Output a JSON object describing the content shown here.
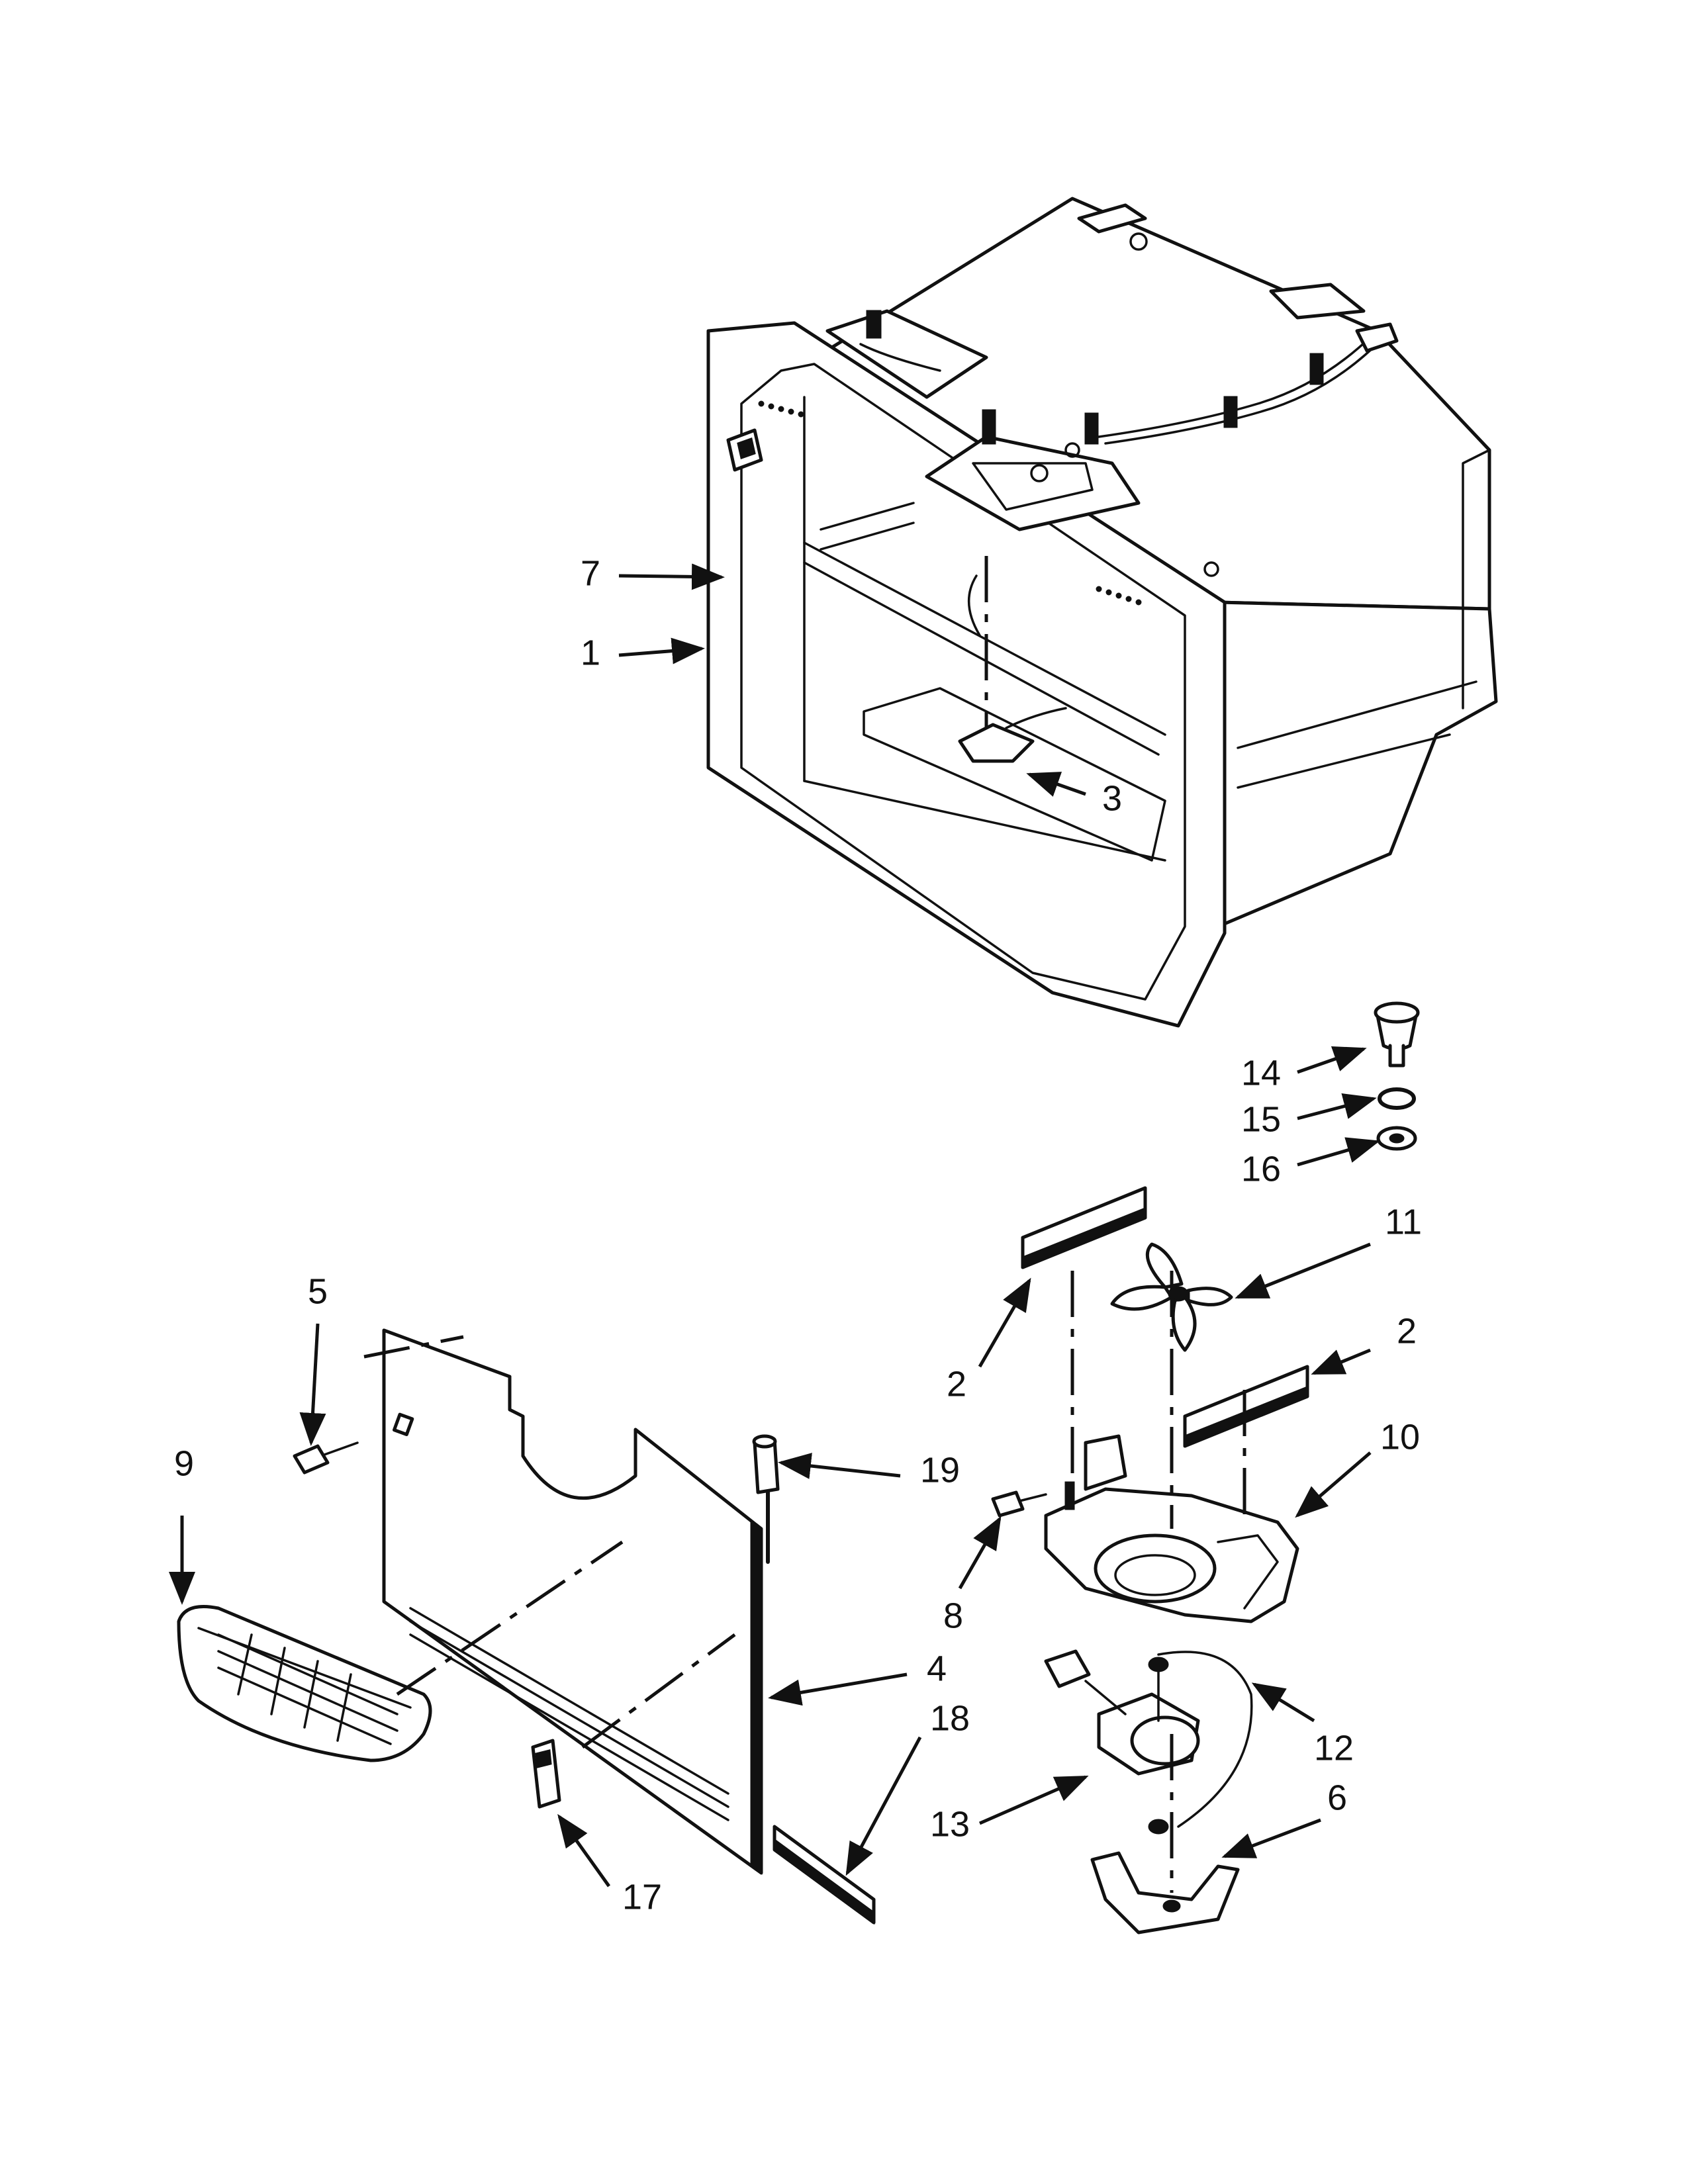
{
  "diagram": {
    "callouts": [
      {
        "id": "c7",
        "label": "7"
      },
      {
        "id": "c1",
        "label": "1"
      },
      {
        "id": "c3",
        "label": "3"
      },
      {
        "id": "c14",
        "label": "14"
      },
      {
        "id": "c15",
        "label": "15"
      },
      {
        "id": "c16",
        "label": "16"
      },
      {
        "id": "c11",
        "label": "11"
      },
      {
        "id": "c2a",
        "label": "2"
      },
      {
        "id": "c2b",
        "label": "2"
      },
      {
        "id": "c10",
        "label": "10"
      },
      {
        "id": "c5",
        "label": "5"
      },
      {
        "id": "c19",
        "label": "19"
      },
      {
        "id": "c9",
        "label": "9"
      },
      {
        "id": "c8",
        "label": "8"
      },
      {
        "id": "c4",
        "label": "4"
      },
      {
        "id": "c18",
        "label": "18"
      },
      {
        "id": "c12",
        "label": "12"
      },
      {
        "id": "c13",
        "label": "13"
      },
      {
        "id": "c6",
        "label": "6"
      },
      {
        "id": "c17",
        "label": "17"
      }
    ]
  }
}
